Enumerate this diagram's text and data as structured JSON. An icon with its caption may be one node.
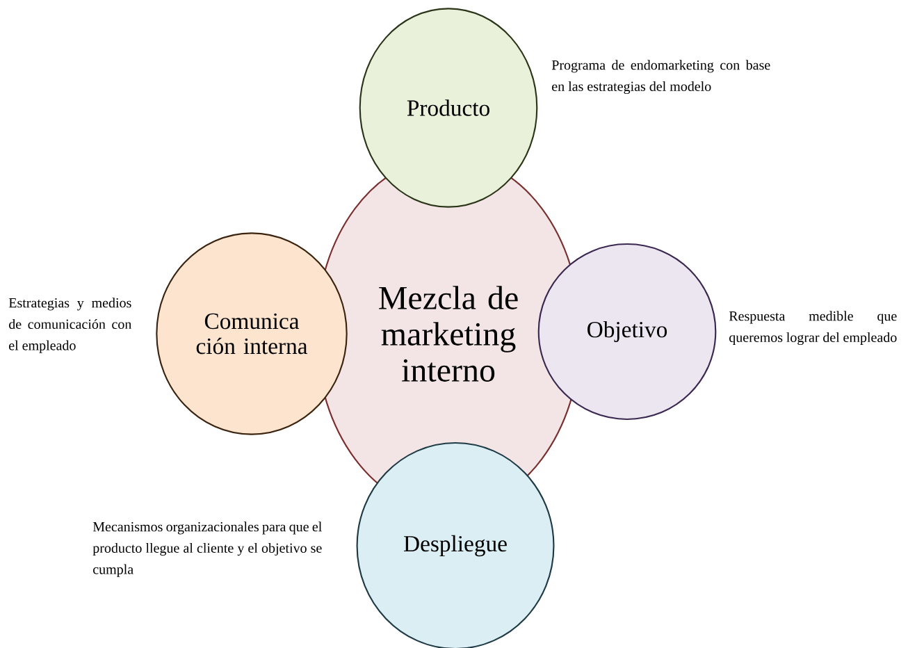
{
  "diagram": {
    "nodes": [
      {
        "text": [
          "Mezcla de marketing interno"
        ]
      },
      {
        "text": [
          "Producto"
        ],
        "beside": [
          "Programa de endomarketing con base en las estrategias del modelo"
        ]
      },
      {
        "text": [
          "Comunica ción interna"
        ],
        "beside": [
          "Estrategias y medios de comunicación con el empleado"
        ]
      },
      {
        "text": [
          "Objetivo"
        ],
        "beside": [
          "Respuesta medible que queremos lograr del empleado"
        ]
      },
      {
        "text": [
          "Despliegue"
        ]
      }
    ],
    "labels": [
      "Mecanismos organizacionales para que el producto llegue al cliente y el objetivo se cumpla"
    ]
  }
}
